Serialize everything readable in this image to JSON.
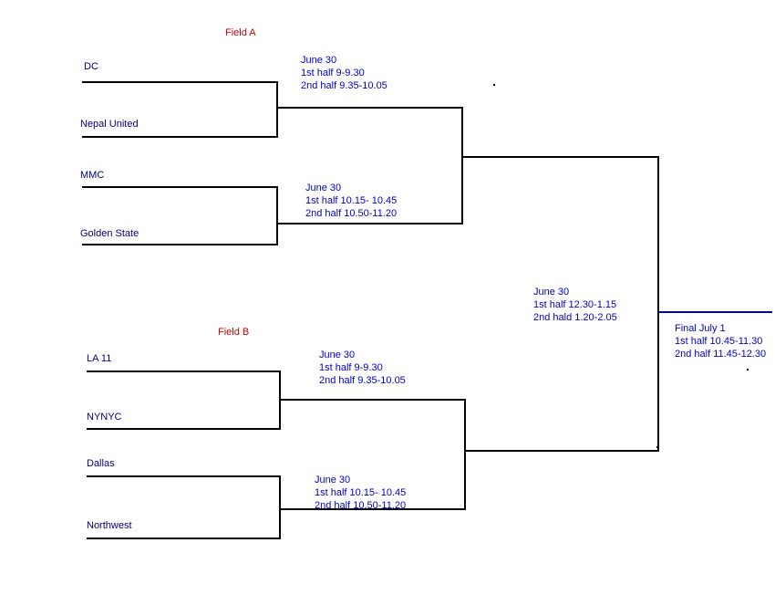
{
  "colors": {
    "field_label": "#cc0000",
    "team_name": "#000080",
    "schedule_text": "#0000d0",
    "bracket_line": "#000000",
    "final_line": "#0000c8"
  },
  "field_a": {
    "label": "Field A",
    "match1": {
      "team1": "DC",
      "team2": "Nepal United",
      "schedule": [
        "June 30",
        "1st half 9-9.30",
        "2nd half 9.35-10.05"
      ]
    },
    "match2": {
      "team1": "MMC",
      "team2": "Golden State",
      "schedule": [
        "June 30",
        "1st half 10.15- 10.45",
        "2nd half 10.50-11.20"
      ]
    }
  },
  "field_b": {
    "label": "Field B",
    "match1": {
      "team1": "LA 11",
      "team2": "NYNYC",
      "schedule": [
        "June 30",
        "1st half 9-9.30",
        "2nd half 9.35-10.05"
      ]
    },
    "match2": {
      "team1": "Dallas",
      "team2": "Northwest",
      "schedule": [
        "June 30",
        "1st half 10.15- 10.45",
        "2nd half 10.50-11.20"
      ]
    }
  },
  "semifinals": {
    "schedule": [
      "June 30",
      "1st half 12.30-1.15",
      "2nd hald 1.20-2.05"
    ]
  },
  "final": {
    "schedule": [
      "Final July 1",
      "1st half 10.45-11.30",
      "2nd half 11.45-12.30"
    ]
  }
}
